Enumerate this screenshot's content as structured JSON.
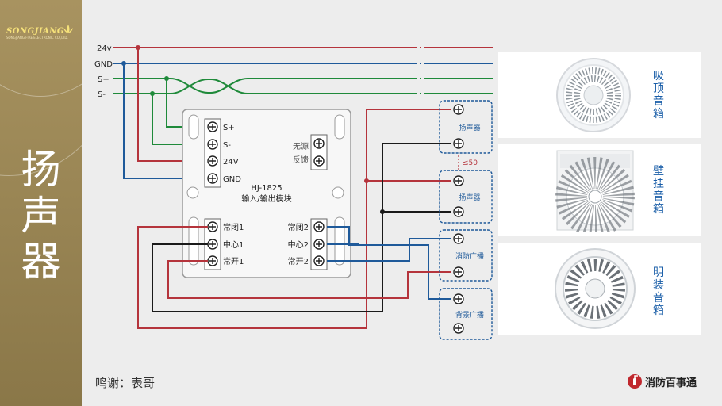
{
  "sidebar": {
    "logo": "SONGJIANG",
    "logo_sub": "SONGJIANG FIRE ELECTRONIC CO.,LTD.",
    "title": [
      "扬",
      "声",
      "器"
    ]
  },
  "credit": "鸣谢：表哥",
  "brand": {
    "name": "消防百事通",
    "icon": "fire-extinguisher-icon"
  },
  "diagram": {
    "bus_labels": [
      "24v",
      "GND",
      "S+",
      "S-"
    ],
    "module_name": "HJ-1825",
    "module_desc": "输入/输出模块",
    "left_terms_top": [
      "S+",
      "S-",
      "24V",
      "GND"
    ],
    "right_terms_top": [
      "无源",
      "反馈"
    ],
    "left_terms_bottom": [
      "常闭1",
      "中心1",
      "常开1"
    ],
    "right_terms_bottom": [
      "常闭2",
      "中心2",
      "常开2"
    ],
    "devices": [
      "扬声器",
      "扬声器",
      "消防广播",
      "背景广播"
    ],
    "limit_note": "≤50"
  },
  "products": [
    {
      "name": [
        "吸",
        "顶",
        "音",
        "箱"
      ],
      "icon": "ceiling-speaker-icon"
    },
    {
      "name": [
        "壁",
        "挂",
        "音",
        "箱"
      ],
      "icon": "wall-speaker-icon"
    },
    {
      "name": [
        "明",
        "装",
        "音",
        "箱"
      ],
      "icon": "surface-speaker-icon"
    }
  ],
  "colors": {
    "red": "#b5343c",
    "blue": "#1f5a9a",
    "green": "#1f8a3a",
    "black": "#1a1a1a",
    "accent": "#9c8a55"
  }
}
